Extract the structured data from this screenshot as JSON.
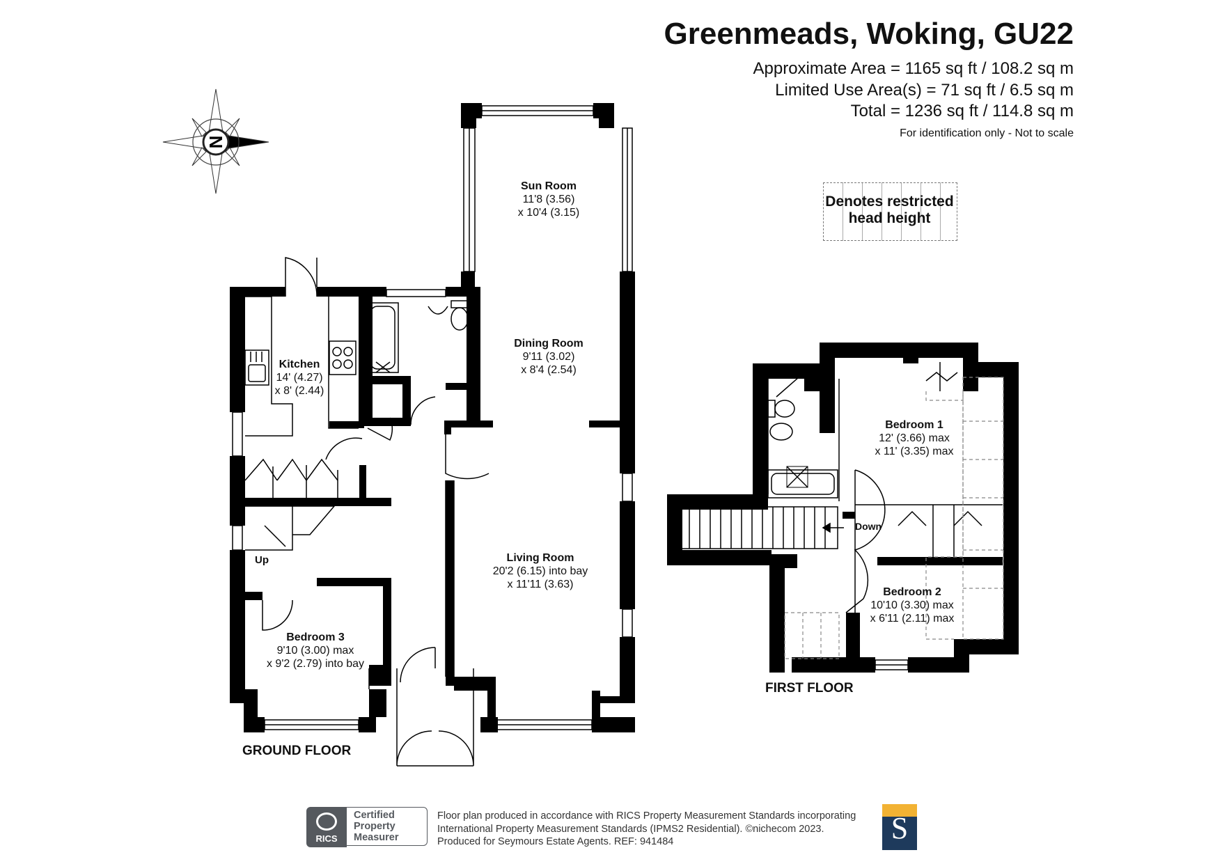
{
  "header": {
    "title": "Greenmeads, Woking, GU22",
    "approx_area": "Approximate Area = 1165 sq ft / 108.2 sq m",
    "limited_use": "Limited Use Area(s) = 71 sq ft / 6.5 sq m",
    "total": "Total = 1236 sq ft / 114.8 sq m",
    "disclaimer": "For identification only - Not to scale"
  },
  "legend": {
    "line1": "Denotes restricted",
    "line2": "head height"
  },
  "compass": {
    "letter": "N"
  },
  "ground_floor": {
    "label": "GROUND FLOOR",
    "stairs_label": "Up",
    "rooms": [
      {
        "name": "Sun Room",
        "dim1": "11'8 (3.56)",
        "dim2": "x 10'4 (3.15)"
      },
      {
        "name": "Dining Room",
        "dim1": "9'11 (3.02)",
        "dim2": "x 8'4 (2.54)"
      },
      {
        "name": "Kitchen",
        "dim1": "14' (4.27)",
        "dim2": "x 8' (2.44)"
      },
      {
        "name": "Living Room",
        "dim1": "20'2 (6.15) into bay",
        "dim2": "x 11'11 (3.63)"
      },
      {
        "name": "Bedroom 3",
        "dim1": "9'10 (3.00) max",
        "dim2": "x 9'2 (2.79) into bay"
      }
    ]
  },
  "first_floor": {
    "label": "FIRST FLOOR",
    "stairs_label": "Down",
    "rooms": [
      {
        "name": "Bedroom 1",
        "dim1": "12' (3.66) max",
        "dim2": "x 11' (3.35) max"
      },
      {
        "name": "Bedroom 2",
        "dim1": "10'10 (3.30) max",
        "dim2": "x 6'11 (2.11) max"
      }
    ]
  },
  "footer": {
    "badge_line1": "Certified",
    "badge_line2": "Property",
    "badge_line3": "Measurer",
    "badge_brand": "RICS",
    "line1": "Floor plan produced in accordance with RICS Property Measurement Standards incorporating",
    "line2": "International Property Measurement Standards (IPMS2 Residential).   ©nichecom 2023.",
    "line3": "Produced for Seymours Estate Agents.   REF:  941484",
    "logo_letter": "S"
  },
  "colors": {
    "wall": "#000000",
    "logo_bg": "#1e3a5c",
    "logo_accent": "#f2b233",
    "badge": "#55595e"
  }
}
